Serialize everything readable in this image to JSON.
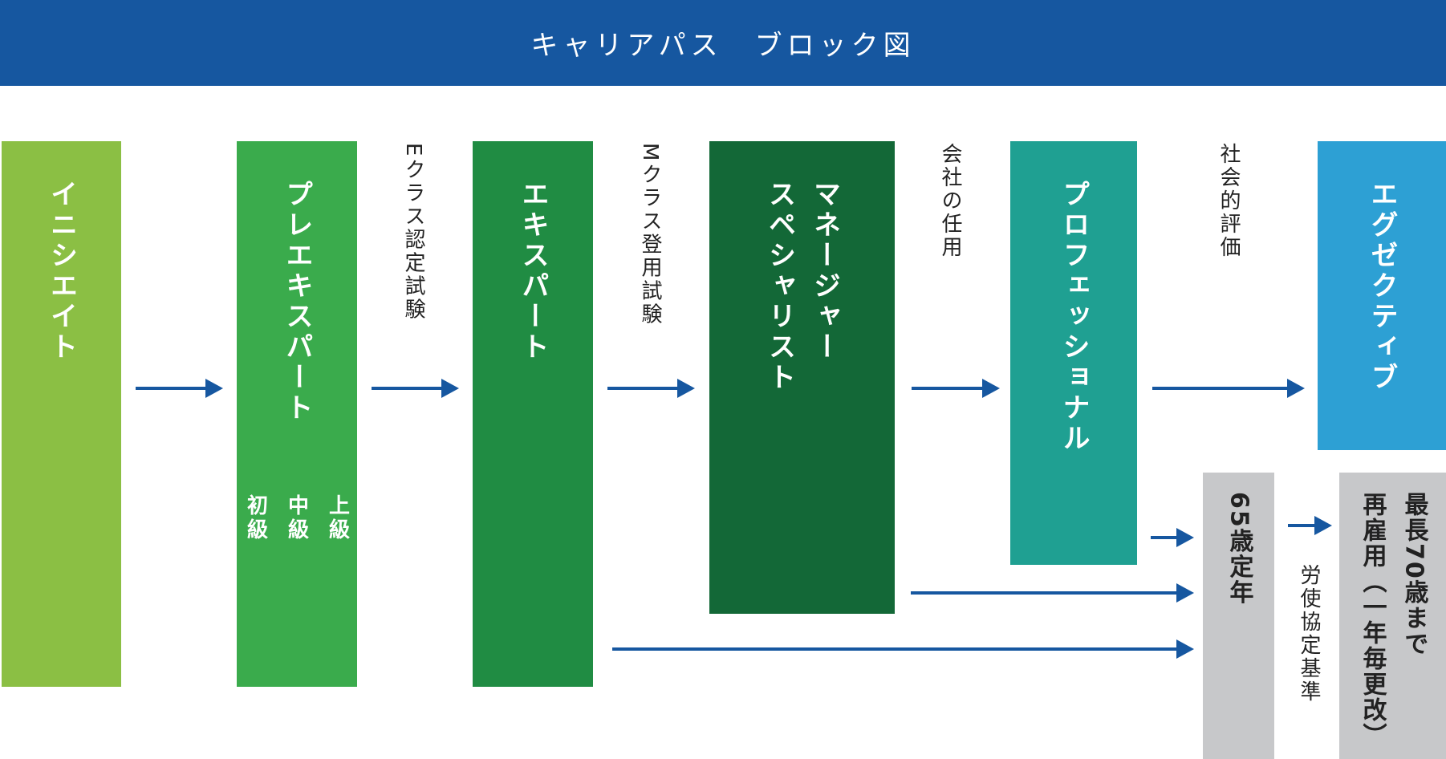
{
  "header": {
    "title": "キャリアパス　ブロック図"
  },
  "colors": {
    "header": "#1657a0",
    "arrow": "#1657a0",
    "initiate": "#8bbf44",
    "pre_expert": "#3aab4c",
    "expert": "#208c43",
    "manager": "#136837",
    "professional": "#1fa092",
    "executive": "#2da0d4",
    "grey": "#c7c8ca"
  },
  "boxes": {
    "initiate": "イニシエイト",
    "pre_expert": "プレエキスパート",
    "pre_expert_levels": [
      "上級",
      "中級",
      "初級"
    ],
    "expert": "エキスパート",
    "manager_line1": "マネージャー",
    "manager_line2": "スペシャリスト",
    "professional": "プロフェッショナル",
    "executive": "エグゼクティブ",
    "retirement": "65歳定年",
    "reemploy_line1": "最長70歳まで",
    "reemploy_line2": "再雇用（一年毎更改）"
  },
  "labels": {
    "e_class": "Eクラス認定試験",
    "m_class": "Mクラス登用試験",
    "company": "会社の任用",
    "social": "社会的評価",
    "labor": "労使協定基準"
  }
}
